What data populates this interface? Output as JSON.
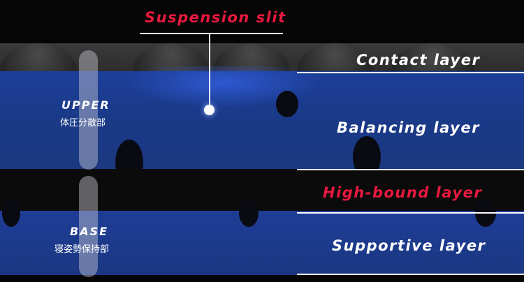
{
  "labels": {
    "suspension_slit": "Suspension slit",
    "contact_layer": "Contact layer",
    "balancing_layer": "Balancing layer",
    "high_bound_layer": "High-bound layer",
    "supportive_layer": "Supportive layer"
  },
  "sections": {
    "upper": {
      "en": "UPPER",
      "jp": "体圧分散部"
    },
    "base": {
      "en": "BASE",
      "jp": "寝姿勢保持部"
    }
  },
  "colors": {
    "accent": "#e8193f",
    "foam_blue": "#1d3f9a",
    "high_bound": "#0b0b0b"
  }
}
